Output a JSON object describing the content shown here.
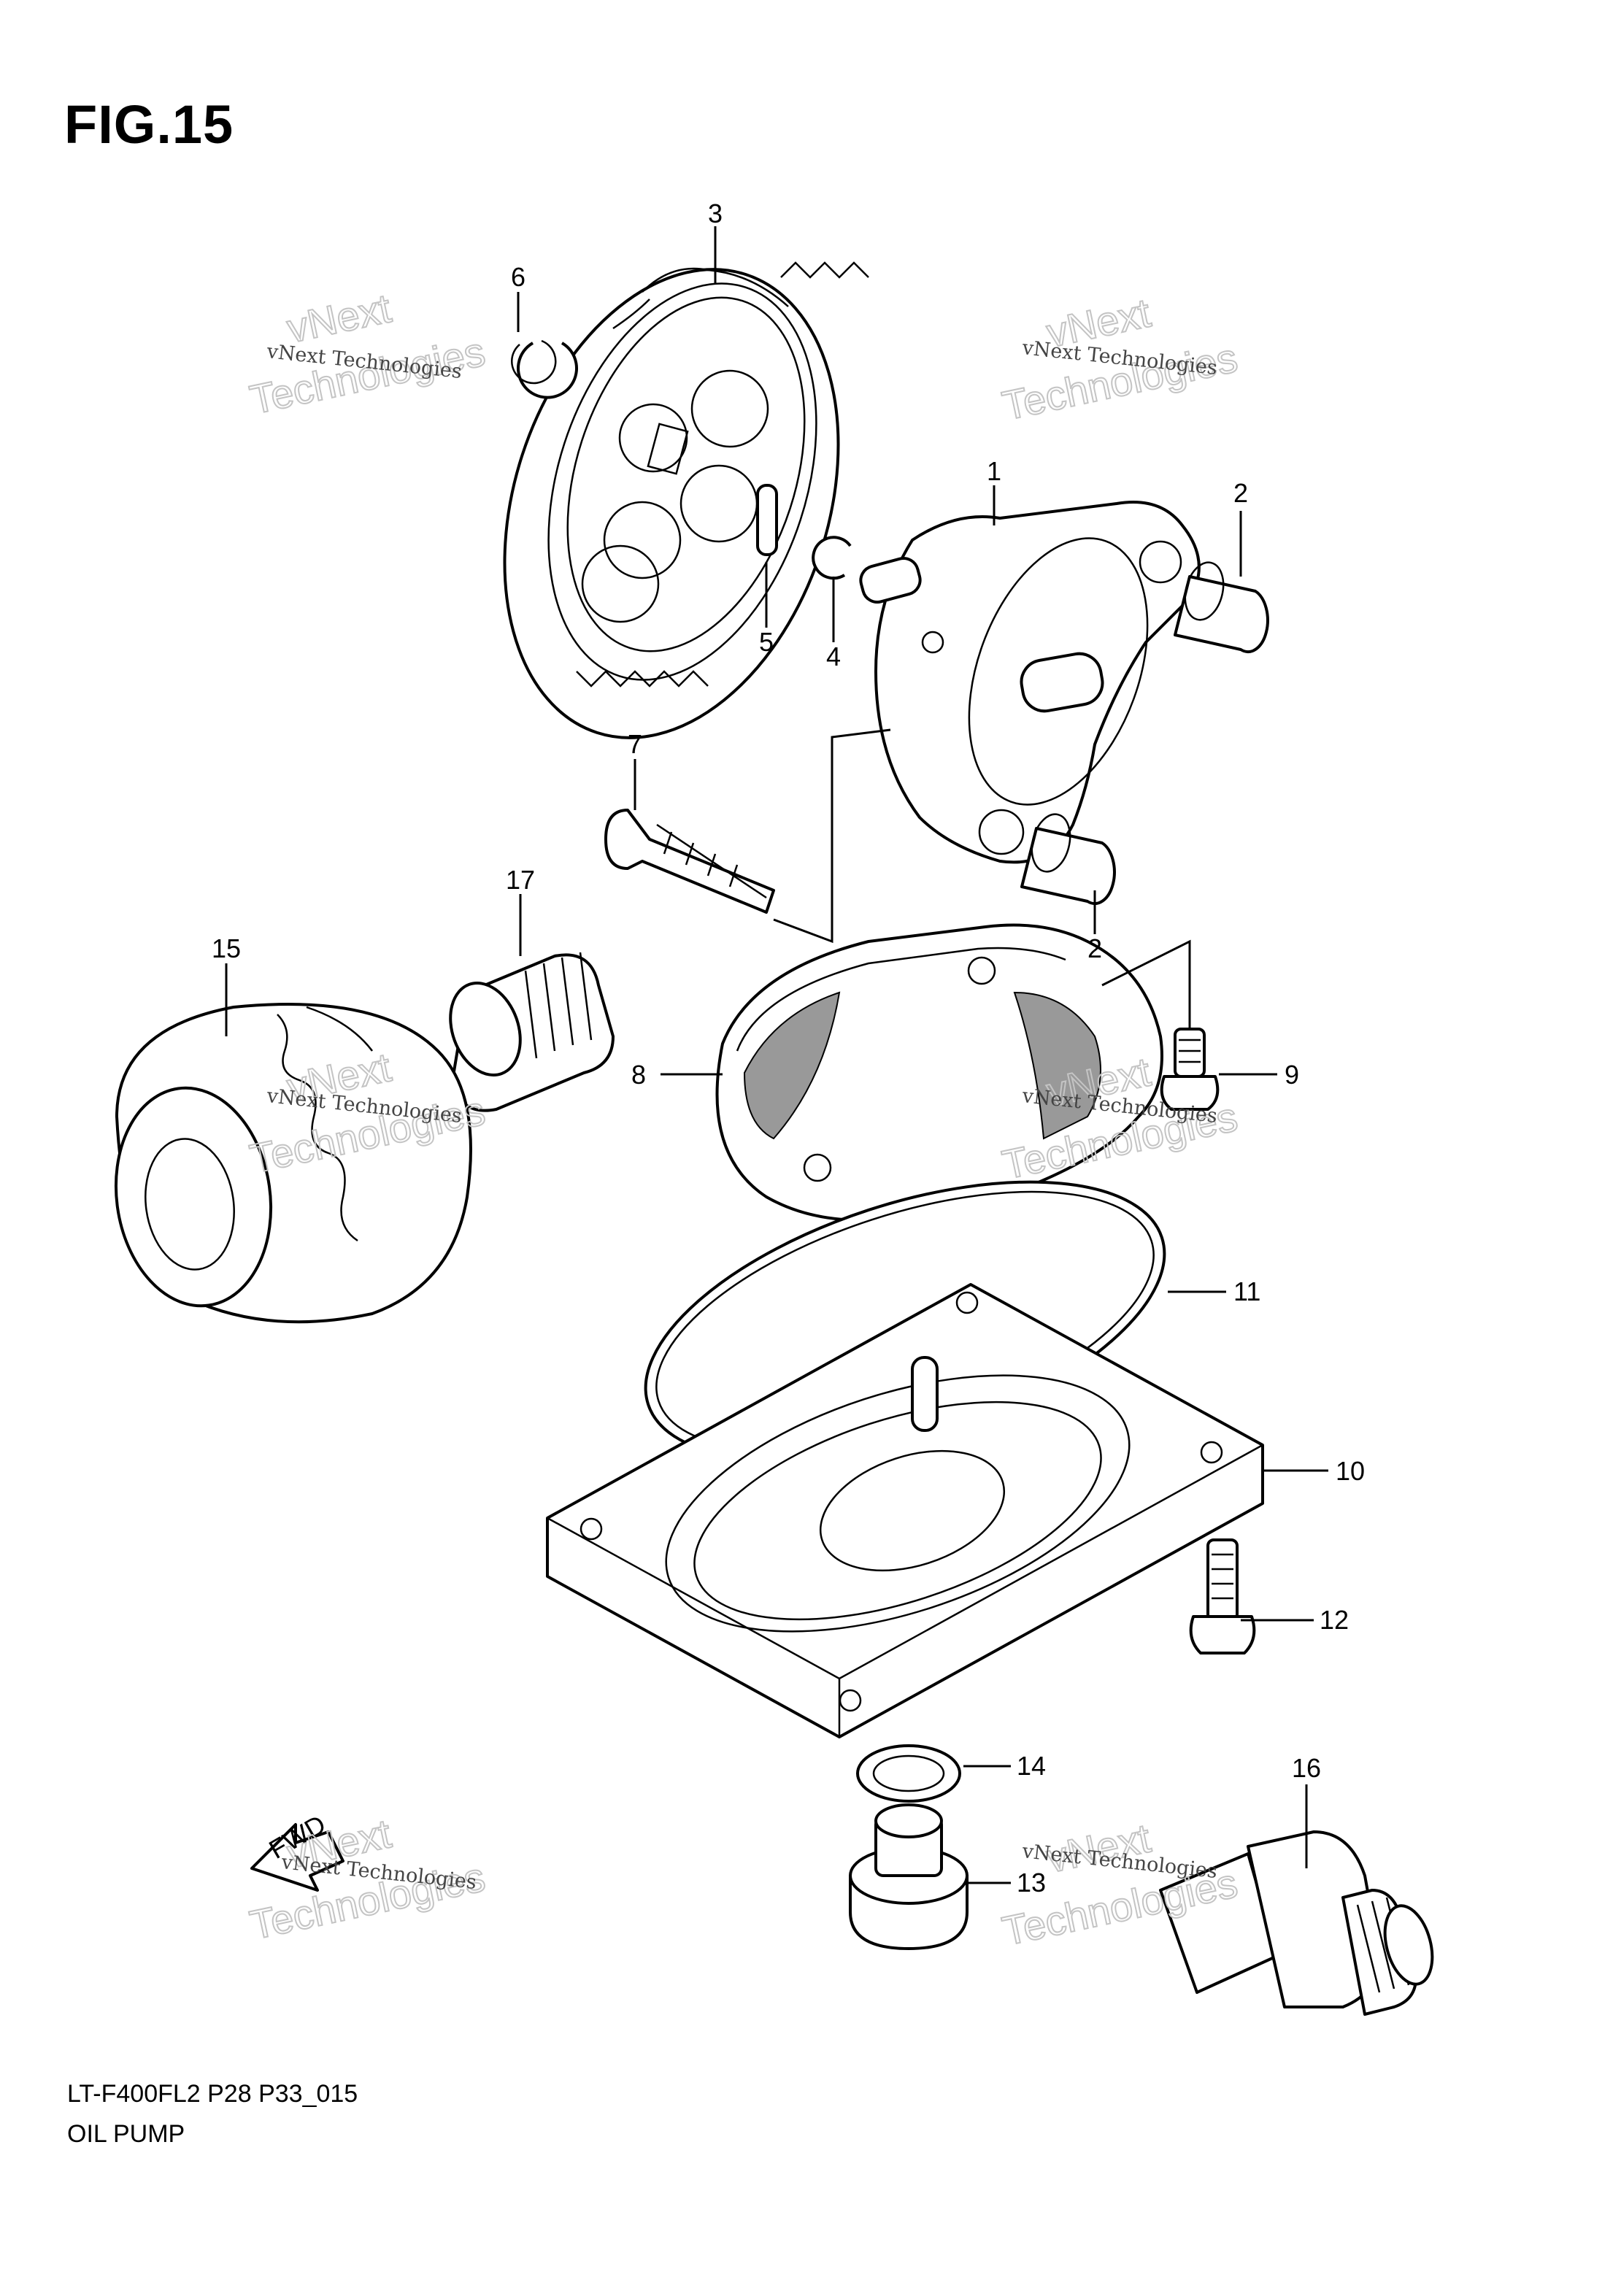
{
  "figure": {
    "title": "FIG.15",
    "code": "LT-F400FL2 P28 P33_015",
    "name": "OIL PUMP"
  },
  "callouts": [
    "1",
    "2",
    "2",
    "3",
    "4",
    "5",
    "6",
    "7",
    "8",
    "9",
    "10",
    "11",
    "12",
    "13",
    "14",
    "15",
    "16",
    "17"
  ],
  "watermark": {
    "small": "vNext Technologies",
    "large_top": "vNext",
    "large_bottom": "Technologies"
  },
  "arrow": {
    "label": "FWD"
  }
}
